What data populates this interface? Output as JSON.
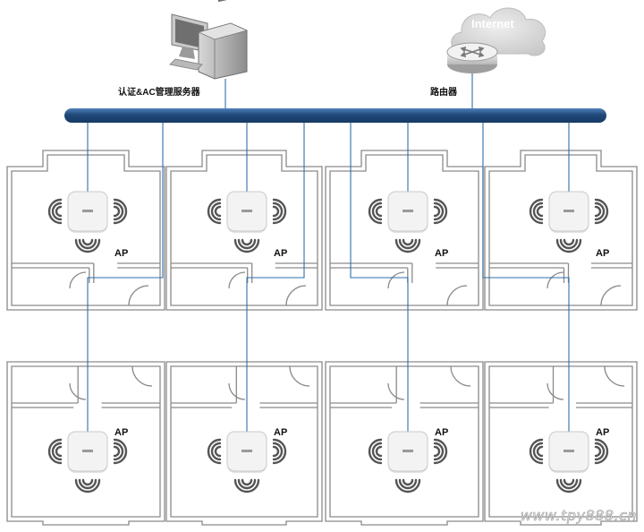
{
  "labels": {
    "server": "认证&AC管理服务器",
    "router": "路由器",
    "internet": "Internet",
    "ap": "AP",
    "watermark": "www.tpy888.cn"
  },
  "colors": {
    "bus": "#20497a",
    "cable": "#2f6fa8",
    "wall": "#8a8a8a",
    "ap_body": "#f3f3f3",
    "signal": "#555555",
    "cloud": "#d9d9d9"
  },
  "icons": {
    "server": "computer-icon",
    "router": "router-icon",
    "cloud": "cloud-icon",
    "access_point": "access-point-icon",
    "signal": "wifi-signal-icon"
  },
  "aps": [
    {
      "row": "top",
      "room": 1
    },
    {
      "row": "top",
      "room": 2
    },
    {
      "row": "top",
      "room": 3
    },
    {
      "row": "top",
      "room": 4
    },
    {
      "row": "bottom",
      "room": 1
    },
    {
      "row": "bottom",
      "room": 2
    },
    {
      "row": "bottom",
      "room": 3
    },
    {
      "row": "bottom",
      "room": 4
    }
  ]
}
